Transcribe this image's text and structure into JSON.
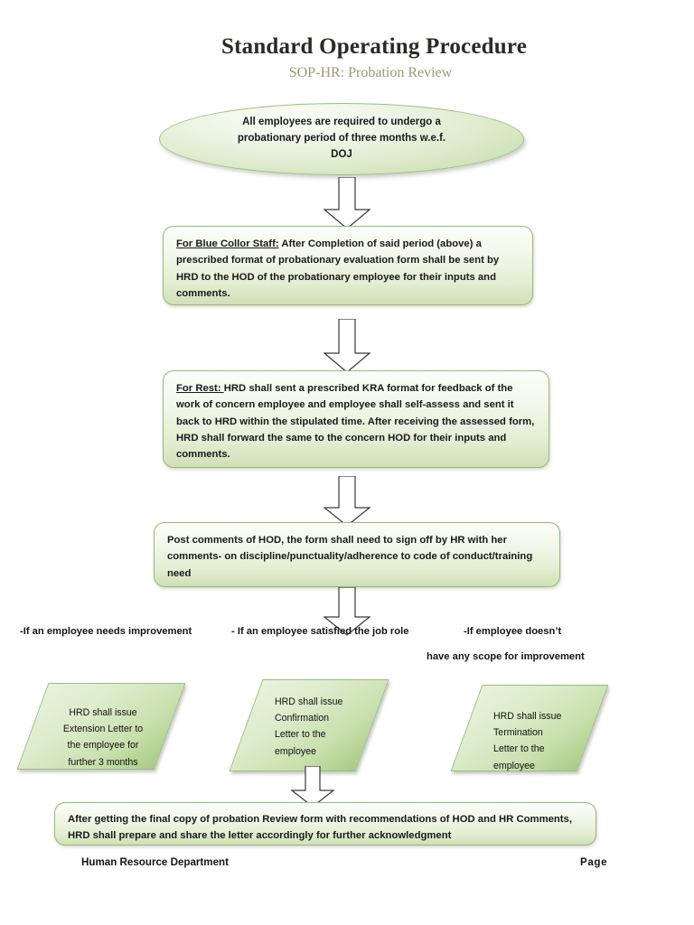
{
  "header": {
    "title": "Standard Operating Procedure",
    "subtitle": "SOP-HR: Probation Review"
  },
  "flow": {
    "start": {
      "shape": "ellipse",
      "line1": "All employees are required to undergo a",
      "line2": "probationary period of three months w.e.f.",
      "line3": "DOJ"
    },
    "step1": {
      "shape": "rounded-rectangle",
      "label_bold": "For Blue Collor Staff:",
      "text": " After Completion of said period (above) a prescribed format of probationary evaluation form shall be sent by HRD to the HOD of the probationary employee for their inputs and comments."
    },
    "step2": {
      "shape": "rounded-rectangle",
      "label_bold": "For Rest: ",
      "text": " HRD shall sent a prescribed KRA format for feedback of the work of concern employee and employee shall self-assess and sent it back to HRD within the stipulated time. After receiving the assessed form, HRD shall forward the same to the concern HOD for their inputs and comments."
    },
    "step3": {
      "shape": "rounded-rectangle",
      "text": "Post comments of HOD, the form shall need to sign off by HR with her comments- on discipline/punctuality/adherence to code of conduct/training need"
    },
    "branch_labels": {
      "left": "-If an employee needs improvement",
      "middle": "- If an employee satisfied the job role",
      "right_line1": "-If employee doesn’t",
      "right_line2": "have any scope for improvement"
    },
    "outcome_left": {
      "shape": "parallelogram",
      "line1": "HRD shall issue",
      "line2": "Extension Letter to",
      "line3": "the employee for",
      "line4": "further 3 months"
    },
    "outcome_middle": {
      "shape": "parallelogram",
      "line1": "HRD shall issue",
      "line2": "Confirmation",
      "line3": "Letter to the",
      "line4": "employee"
    },
    "outcome_right": {
      "shape": "parallelogram",
      "line1": "HRD shall issue",
      "line2": "Termination",
      "line3": "Letter to the",
      "line4": "employee"
    },
    "final": {
      "shape": "rounded-rectangle",
      "text": "After getting the final copy of probation Review form with recommendations of HOD and HR Comments, HRD shall prepare and share the letter accordingly for further acknowledgment"
    }
  },
  "footer": {
    "left": "Human Resource Department",
    "right": "Page"
  },
  "colors": {
    "shape_border": "#94ba76",
    "shape_fill_light": "#fcfdfa",
    "shape_fill_dark": "#cfe0b5",
    "parallelogram_dark": "#a9cb86",
    "title": "#2b2b22",
    "subtitle": "#9c9a72",
    "arrow_outline": "#3a3a3a",
    "arrow_fill": "#ffffff"
  }
}
